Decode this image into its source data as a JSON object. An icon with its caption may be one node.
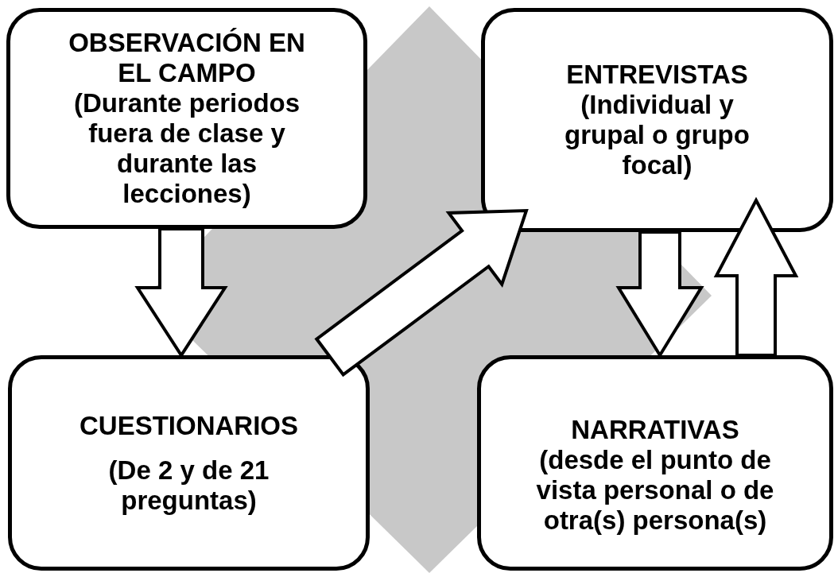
{
  "diagram": {
    "nodes": [
      {
        "text": [
          "OBSERVACIÓN EN EL CAMPO",
          "(Durante periodos fuera de clase y durante las lecciones)"
        ]
      },
      {
        "text": [
          "ENTREVISTAS",
          "(Individual y grupal o grupo focal)"
        ]
      },
      {
        "text": [
          "CUESTIONARIOS",
          "(De 2 y de 21 preguntas)"
        ]
      },
      {
        "text": [
          "NARRATIVAS",
          "(desde el punto de vista personal o de otra(s) persona(s)"
        ]
      }
    ],
    "edges": [
      {
        "from": 0,
        "to": 2,
        "arrow": "to"
      },
      {
        "from": 2,
        "to": 1,
        "arrow": "to"
      },
      {
        "from": 1,
        "to": 3,
        "arrow": "to"
      },
      {
        "from": 3,
        "to": 1,
        "arrow": "to"
      }
    ]
  }
}
